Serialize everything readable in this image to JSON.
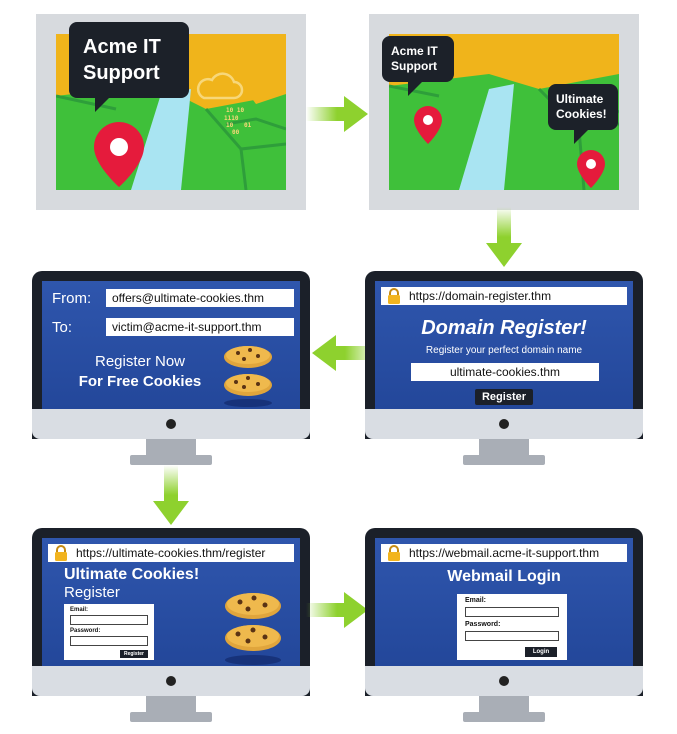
{
  "map_left": {
    "callout": [
      "Acme IT",
      "Support"
    ]
  },
  "map_right": {
    "callout_acme": [
      "Acme IT",
      "Support"
    ],
    "callout_cookies": [
      "Ultimate",
      "Cookies!"
    ]
  },
  "binary_text": [
    "10 10",
    "1110",
    "01",
    "10",
    "00"
  ],
  "email_screen": {
    "from_label": "From:",
    "from_value": "offers@ultimate-cookies.thm",
    "to_label": "To:",
    "to_value": "victim@acme-it-support.thm",
    "line1": "Register Now",
    "line2": "For Free Cookies"
  },
  "domain_screen": {
    "url": "https://domain-register.thm",
    "title": "Domain Register!",
    "subtitle": "Register your perfect domain name",
    "domain_value": "ultimate-cookies.thm",
    "button": "Register"
  },
  "phish_screen": {
    "url": "https://ultimate-cookies.thm/register",
    "title": "Ultimate Cookies!",
    "subtitle": "Register",
    "email_label": "Email:",
    "password_label": "Password:",
    "button": "Register"
  },
  "webmail_screen": {
    "url": "https://webmail.acme-it-support.thm",
    "title": "Webmail Login",
    "email_label": "Email:",
    "password_label": "Password:",
    "button": "Login"
  },
  "colors": {
    "arrow": "#8ed12e",
    "screen": "#2b4fa8",
    "pin": "#e51b3c",
    "grass": "#3fc03a",
    "road": "#f0b41b",
    "river": "#a9e4f2"
  }
}
